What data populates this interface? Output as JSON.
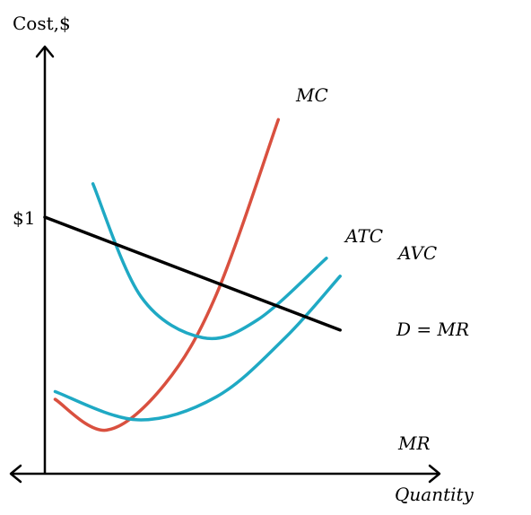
{
  "chart_data": {
    "type": "line",
    "title": "",
    "ylabel": "Cost,$",
    "xlabel": "Quantity",
    "y_tick_labels": [
      "$1"
    ],
    "x_range": [
      0,
      100
    ],
    "y_range": [
      0,
      100
    ],
    "series": [
      {
        "name": "MC",
        "color": "#d9503f",
        "points": [
          [
            3,
            29
          ],
          [
            18,
            17
          ],
          [
            35,
            35
          ],
          [
            50,
            70
          ],
          [
            68,
            138
          ]
        ]
      },
      {
        "name": "ATC",
        "color": "#1fa9c4",
        "points": [
          [
            14,
            113
          ],
          [
            28,
            69
          ],
          [
            46,
            53
          ],
          [
            62,
            60
          ],
          [
            82,
            84
          ]
        ]
      },
      {
        "name": "AVC",
        "color": "#1fa9c4",
        "points": [
          [
            3,
            32
          ],
          [
            27,
            21
          ],
          [
            50,
            30
          ],
          [
            70,
            53
          ],
          [
            86,
            77
          ]
        ]
      },
      {
        "name": "D = MR",
        "color": "#000000",
        "points": [
          [
            0,
            100
          ],
          [
            86,
            56
          ]
        ]
      }
    ],
    "annotations": [
      "MR"
    ],
    "grid": false,
    "legend": "none"
  }
}
